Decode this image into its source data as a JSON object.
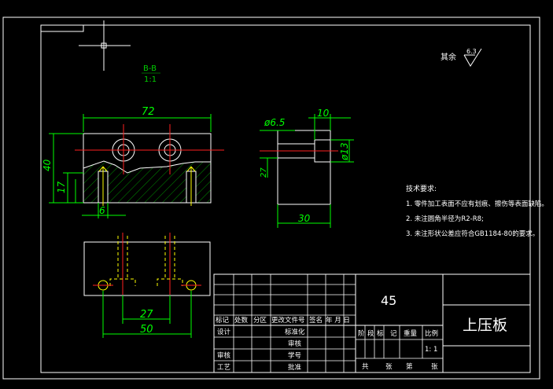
{
  "section": {
    "label": "B-B",
    "scale": "1:1"
  },
  "roughness": {
    "label": "其余",
    "value": "6.3"
  },
  "dims": {
    "width_72": "72",
    "height_40": "40",
    "height_17": "17",
    "slot_6": "6",
    "dia_6_5": "ø6.5",
    "dim_10": "10",
    "dia_13": "ø13",
    "dim_27_side": "27",
    "depth_30": "30",
    "center_27": "27",
    "width_50": "50"
  },
  "notes": {
    "heading": "技术要求:",
    "items": [
      "1. 零件加工表面不应有划痕、擦伤等表面缺陷。",
      "2. 未注圆角半径为R2-R8;",
      "3. 未注形状公差应符合GB1184-80的要求。"
    ]
  },
  "title_block": {
    "material": "45",
    "part_name": "上压板",
    "header_row": [
      "标记",
      "处数",
      "分区",
      "更改文件号",
      "签名",
      "年 月 日"
    ],
    "rows": [
      [
        "设计",
        "",
        "",
        "标准化",
        "",
        ""
      ],
      [
        "",
        "",
        "",
        "审核",
        "",
        ""
      ],
      [
        "审核",
        "",
        "",
        "学号",
        "",
        ""
      ],
      [
        "工艺",
        "",
        "",
        "批准",
        "",
        ""
      ]
    ],
    "stage_labels": [
      "阶",
      "段",
      "标",
      "记"
    ],
    "weight": "重量",
    "scale_label": "比例",
    "scale_value": "1: 1",
    "sheet_labels": [
      "共",
      "张",
      "第",
      "张"
    ]
  }
}
